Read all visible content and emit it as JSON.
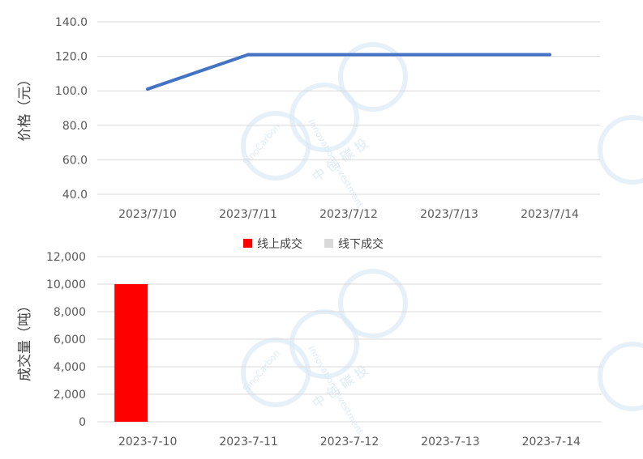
{
  "watermark": {
    "brand": "SinoCarbon",
    "slogan": "Innovation Investment",
    "cn": "中 创 碳 投"
  },
  "chart_data": [
    {
      "type": "line",
      "ylabel": "价格（元）",
      "ylim": [
        40,
        140
      ],
      "yticks": [
        "40.0",
        "60.0",
        "80.0",
        "100.0",
        "120.0",
        "140.0"
      ],
      "grid": true,
      "categories": [
        "2023/7/10",
        "2023/7/11",
        "2023/7/12",
        "2023/7/13",
        "2023/7/14"
      ],
      "series": [
        {
          "values": [
            101,
            121,
            121,
            121,
            121
          ],
          "color": "#4472c4"
        }
      ]
    },
    {
      "type": "bar",
      "ylabel": "成交量（吨）",
      "ylim": [
        0,
        12000
      ],
      "yticks": [
        "0",
        "2,000",
        "4,000",
        "6,000",
        "8,000",
        "10,000",
        "12,000"
      ],
      "grid": true,
      "legend_position": "top-center",
      "categories": [
        "2023-7-10",
        "2023-7-11",
        "2023-7-12",
        "2023-7-13",
        "2023-7-14"
      ],
      "series": [
        {
          "name": "线上成交",
          "values": [
            10000,
            0,
            0,
            0,
            0
          ],
          "color": "#ff0000"
        },
        {
          "name": "线下成交",
          "values": [
            0,
            0,
            0,
            0,
            0
          ],
          "color": "#d9d9d9"
        }
      ]
    }
  ]
}
